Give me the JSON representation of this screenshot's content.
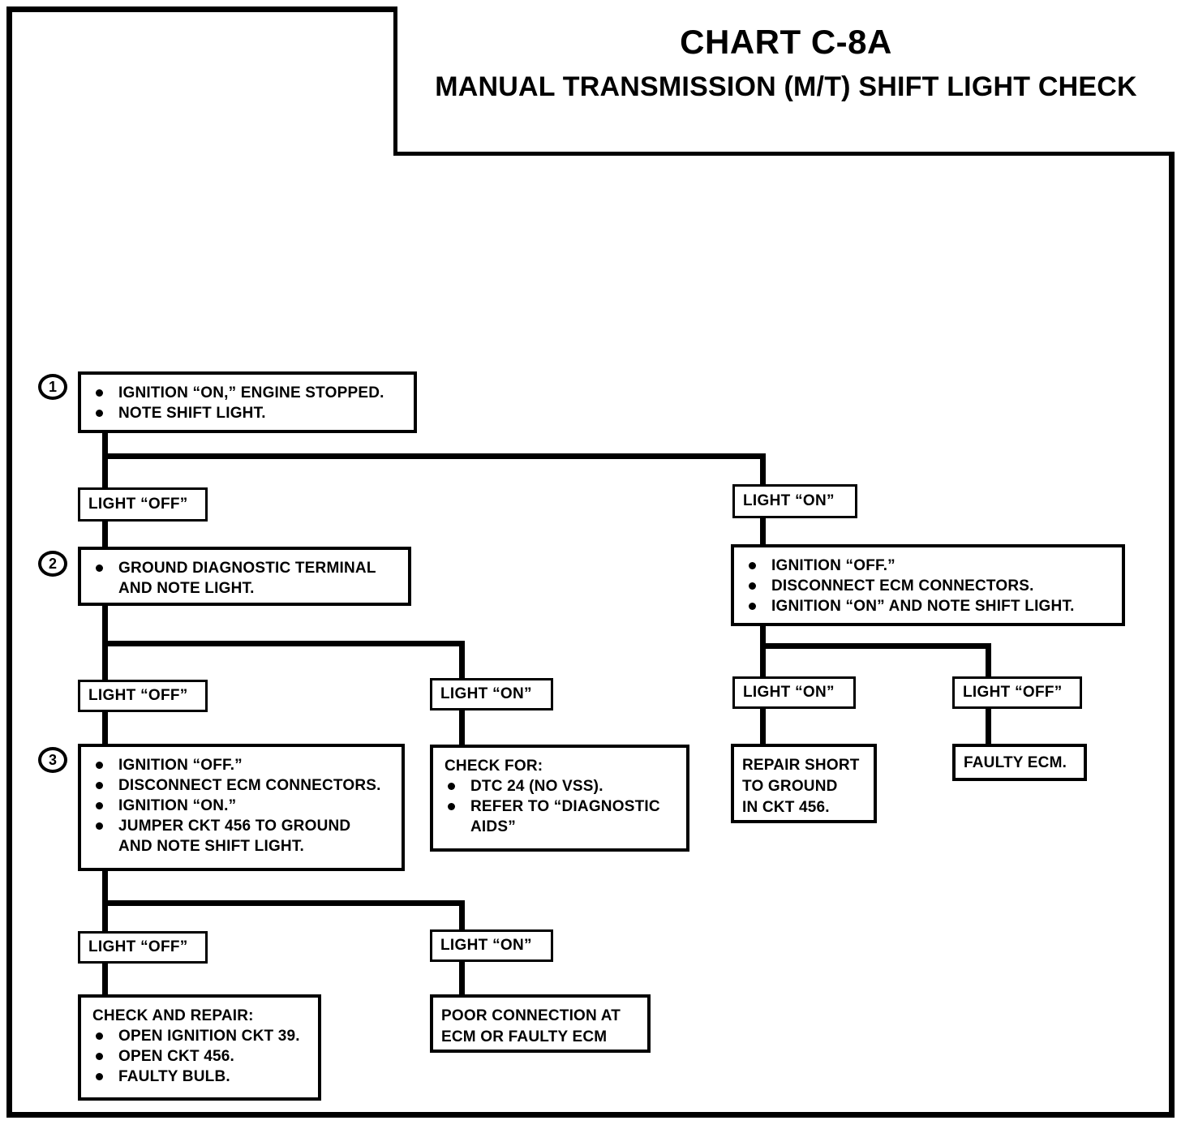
{
  "chart_data": {
    "type": "diagram",
    "title": "CHART C-8A",
    "subtitle": "MANUAL TRANSMISSION (M/T) SHIFT LIGHT CHECK"
  },
  "title": {
    "chart_id": "CHART C-8A",
    "subtitle": "MANUAL TRANSMISSION (M/T) SHIFT LIGHT CHECK"
  },
  "steps": {
    "one": "1",
    "two": "2",
    "three": "3"
  },
  "step1": {
    "bullets": [
      "IGNITION “ON,” ENGINE STOPPED.",
      "NOTE SHIFT LIGHT."
    ]
  },
  "branch1": {
    "left_label": "LIGHT “OFF”",
    "right_label": "LIGHT “ON”"
  },
  "step2": {
    "bullets": [
      "GROUND DIAGNOSTIC TERMINAL",
      "AND NOTE LIGHT."
    ]
  },
  "right_branch_box": {
    "bullets": [
      "IGNITION “OFF.”",
      "DISCONNECT ECM CONNECTORS.",
      "IGNITION “ON” AND NOTE SHIFT LIGHT."
    ]
  },
  "branch2": {
    "left_label": "LIGHT “OFF”",
    "right_label": "LIGHT “ON”"
  },
  "branch_right": {
    "left_label": "LIGHT “ON”",
    "right_label": "LIGHT “OFF”"
  },
  "step3": {
    "bullets": [
      "IGNITION “OFF.”",
      "DISCONNECT ECM CONNECTORS.",
      "IGNITION “ON.”",
      "JUMPER CKT 456 TO GROUND"
    ],
    "continuation": "AND NOTE SHIFT LIGHT."
  },
  "check_for_box": {
    "heading": "CHECK FOR:",
    "bullets": [
      "DTC 24 (NO VSS).",
      "REFER TO “DIAGNOSTIC"
    ],
    "continuation": "AIDS”"
  },
  "repair_short_box": {
    "lines": [
      "REPAIR SHORT",
      "TO GROUND",
      "IN CKT 456."
    ]
  },
  "faulty_ecm_box": {
    "text": "FAULTY ECM."
  },
  "branch3": {
    "left_label": "LIGHT “OFF”",
    "right_label": "LIGHT “ON”"
  },
  "check_repair_box": {
    "heading": "CHECK AND REPAIR:",
    "bullets": [
      "OPEN IGNITION CKT 39.",
      "OPEN CKT 456.",
      "FAULTY BULB."
    ]
  },
  "poor_connection_box": {
    "lines": [
      "POOR CONNECTION AT",
      "ECM OR FAULTY ECM"
    ]
  },
  "colors": {
    "ink": "#000000",
    "paper": "#ffffff"
  }
}
